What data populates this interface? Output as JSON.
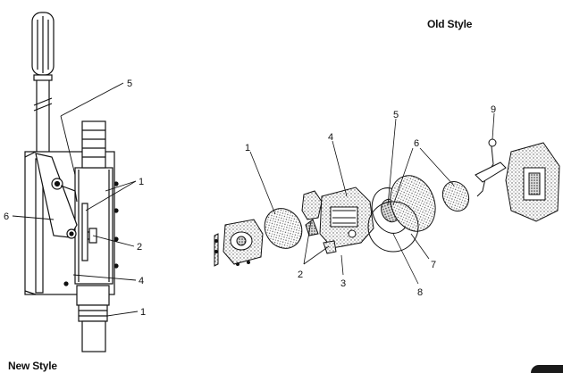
{
  "captions": {
    "old_style": "Old Style",
    "new_style": "New Style"
  },
  "new_style_callouts": [
    "5",
    "1",
    "6",
    "2",
    "4",
    "1"
  ],
  "old_style_callouts": [
    "1",
    "4",
    "5",
    "6",
    "9",
    "2",
    "3",
    "8",
    "7"
  ],
  "colors": {
    "line": "#111111",
    "background": "#ffffff",
    "stipple": "#555555"
  }
}
